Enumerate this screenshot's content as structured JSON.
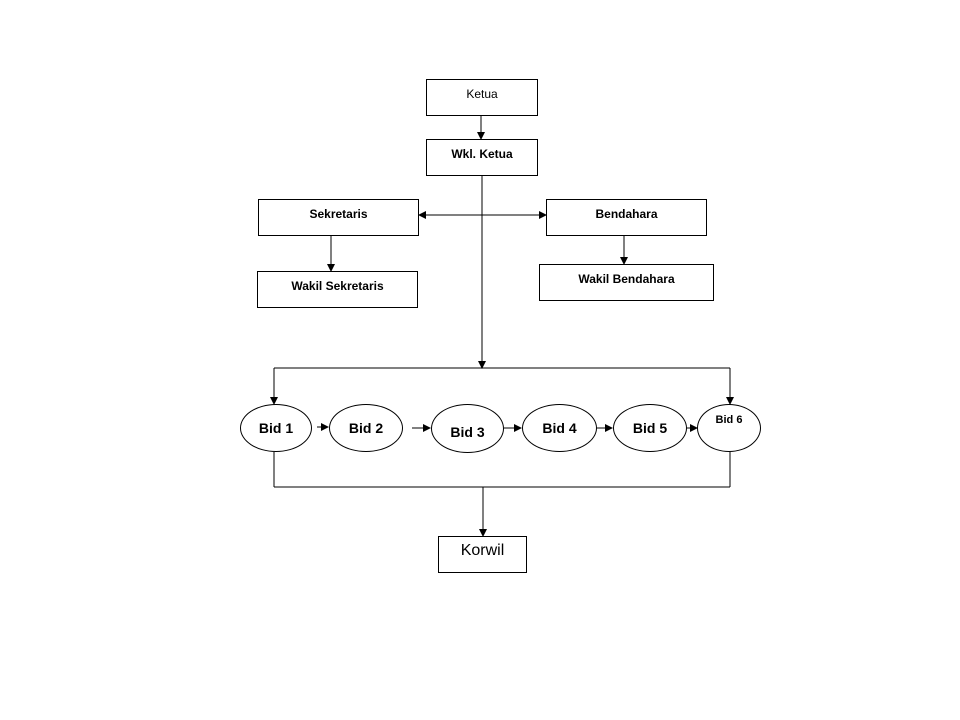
{
  "org": {
    "ketua": "Ketua",
    "wakil_ketua": "Wkl. Ketua",
    "sekretaris": "Sekretaris",
    "wakil_sekretaris": "Wakil Sekretaris",
    "bendahara": "Bendahara",
    "wakil_bendahara": "Wakil Bendahara",
    "bidang": [
      "Bid 1",
      "Bid 2",
      "Bid 3",
      "Bid 4",
      "Bid 5",
      "Bid 6"
    ],
    "korwil": "Korwil"
  },
  "style": {
    "line_color": "#000000",
    "background": "#ffffff"
  }
}
